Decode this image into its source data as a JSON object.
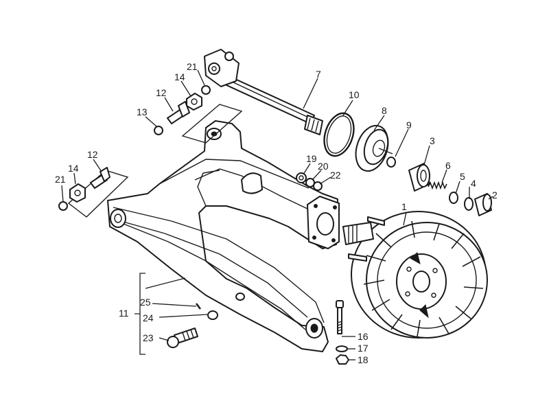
{
  "diagram": {
    "callouts": [
      {
        "id": "1",
        "text": "1"
      },
      {
        "id": "2",
        "text": "2"
      },
      {
        "id": "3",
        "text": "3"
      },
      {
        "id": "4",
        "text": "4"
      },
      {
        "id": "5",
        "text": "5"
      },
      {
        "id": "6",
        "text": "6"
      },
      {
        "id": "7",
        "text": "7"
      },
      {
        "id": "8",
        "text": "8"
      },
      {
        "id": "9",
        "text": "9"
      },
      {
        "id": "10",
        "text": "10"
      },
      {
        "id": "11",
        "text": "11"
      },
      {
        "id": "12a",
        "text": "12"
      },
      {
        "id": "12b",
        "text": "12"
      },
      {
        "id": "13",
        "text": "13"
      },
      {
        "id": "14a",
        "text": "14"
      },
      {
        "id": "14b",
        "text": "14"
      },
      {
        "id": "16",
        "text": "16"
      },
      {
        "id": "17",
        "text": "17"
      },
      {
        "id": "18",
        "text": "18"
      },
      {
        "id": "19",
        "text": "19"
      },
      {
        "id": "20",
        "text": "20"
      },
      {
        "id": "21a",
        "text": "21"
      },
      {
        "id": "21b",
        "text": "21"
      },
      {
        "id": "22",
        "text": "22"
      },
      {
        "id": "23",
        "text": "23"
      },
      {
        "id": "24",
        "text": "24"
      },
      {
        "id": "25",
        "text": "25"
      }
    ]
  }
}
